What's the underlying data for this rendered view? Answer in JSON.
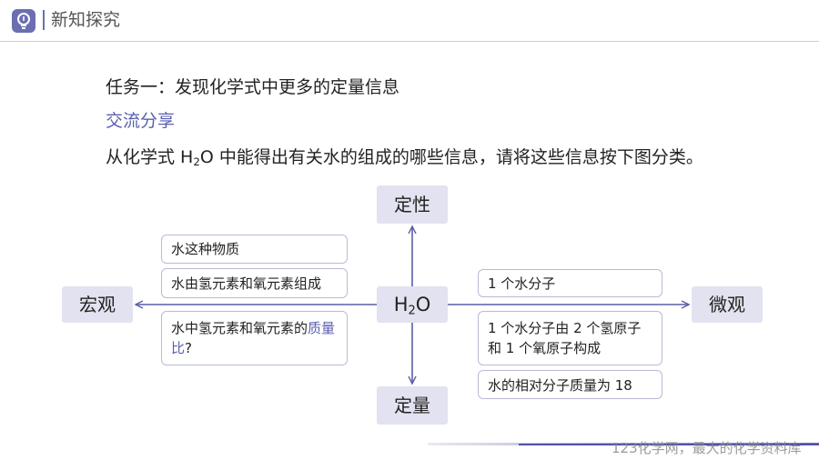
{
  "header": {
    "title": "新知探究",
    "logo_icon": "lightbulb-icon"
  },
  "task": {
    "title": "任务一：发现化学式中更多的定量信息"
  },
  "section": {
    "subhead": "交流分享"
  },
  "question": {
    "before": "从化学式 H",
    "sub": "2",
    "after": "O 中能得出有关水的组成的哪些信息，请将这些信息按下图分类。"
  },
  "diagram": {
    "top": "定性",
    "bottom": "定量",
    "left": "宏观",
    "right": "微观",
    "center": {
      "before": "H",
      "sub": "2",
      "after": "O"
    },
    "left_items": {
      "item1": "水这种物质",
      "item2": "水由氢元素和氧元素组成",
      "item3": {
        "before": "水中氢元素和氧元素的",
        "highlight": "质量比",
        "after": "?"
      }
    },
    "right_items": {
      "item1": "1 个水分子",
      "item2_line1": "1 个水分子由 2 个氢原子",
      "item2_line2": "和 1 个氧原子构成",
      "item3": "水的相对分子质量为 18"
    }
  },
  "colors": {
    "accent": "#5a5fb0",
    "node_fill": "#e2e2f0",
    "card_border": "#b9bbd6",
    "arrow": "#5b5fa6"
  },
  "footer": {
    "watermark": "123化学网，最大的化学资料库"
  }
}
